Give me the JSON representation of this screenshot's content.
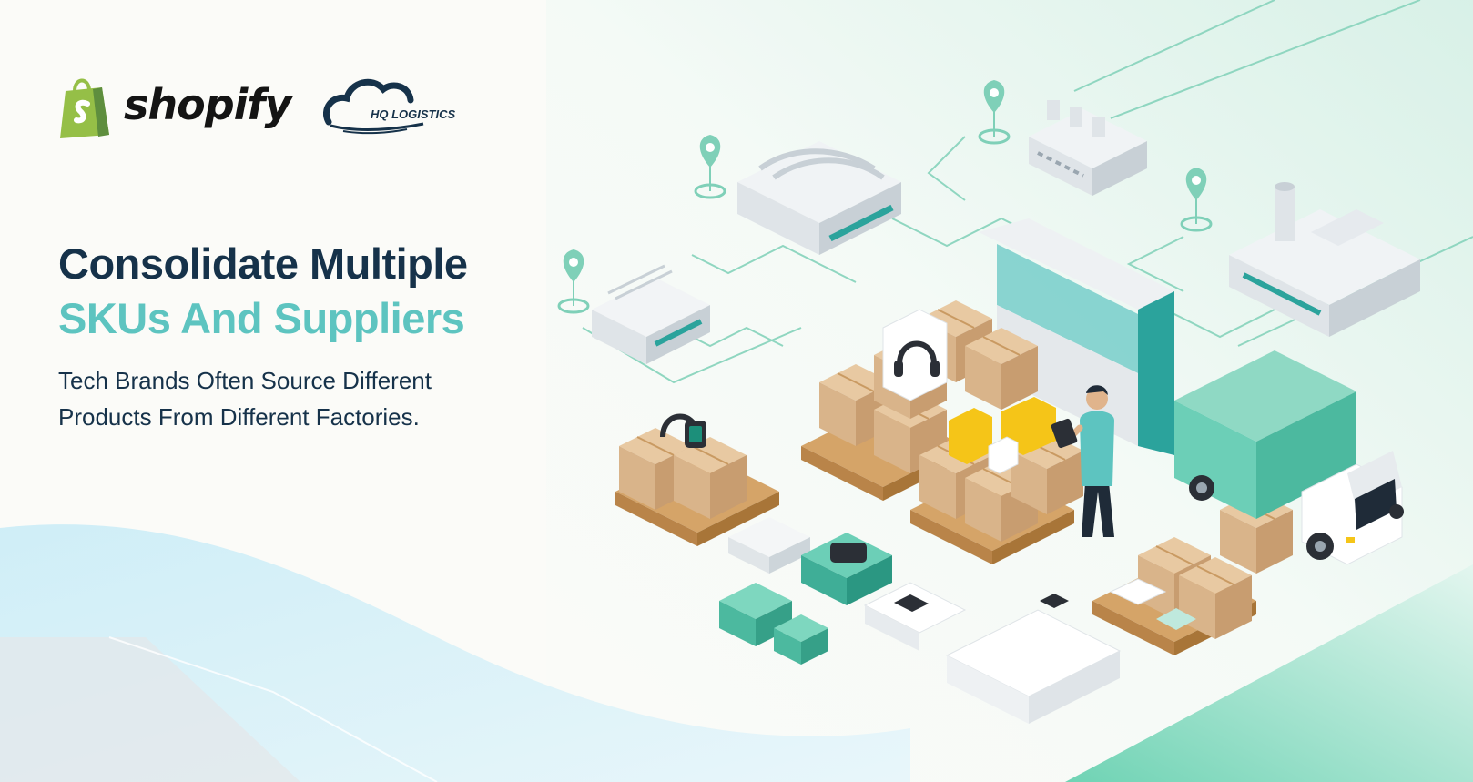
{
  "brand": {
    "shopify": {
      "wordmark": "shopify",
      "logo_icon": "shopping-bag-icon",
      "color": "#95bf47"
    },
    "hq_logistics": {
      "wordmark": "HQ LOGISTICS",
      "logo_icon": "cloud-icon",
      "color": "#16324a"
    }
  },
  "headline": {
    "line1": "Consolidate Multiple",
    "line2": "SKUs And Suppliers"
  },
  "subtitle": {
    "line1": "Tech Brands Often Source Different",
    "line2": "Products From Different Factories."
  },
  "colors": {
    "navy": "#16324a",
    "teal": "#5dc4c0",
    "accent_teal": "#2ba39c",
    "cardboard": "#d9b48a",
    "pallet": "#c99a62",
    "mint_background": "#d9f2ea"
  },
  "illustration": {
    "icons": [
      "location-pin-icon",
      "factory-icon",
      "warehouse-icon",
      "cardboard-box-icon",
      "pallet-icon",
      "headphones-icon",
      "smartwatch-icon",
      "delivery-truck-icon",
      "worker-with-tablet-icon",
      "loading-dock-icon"
    ]
  }
}
